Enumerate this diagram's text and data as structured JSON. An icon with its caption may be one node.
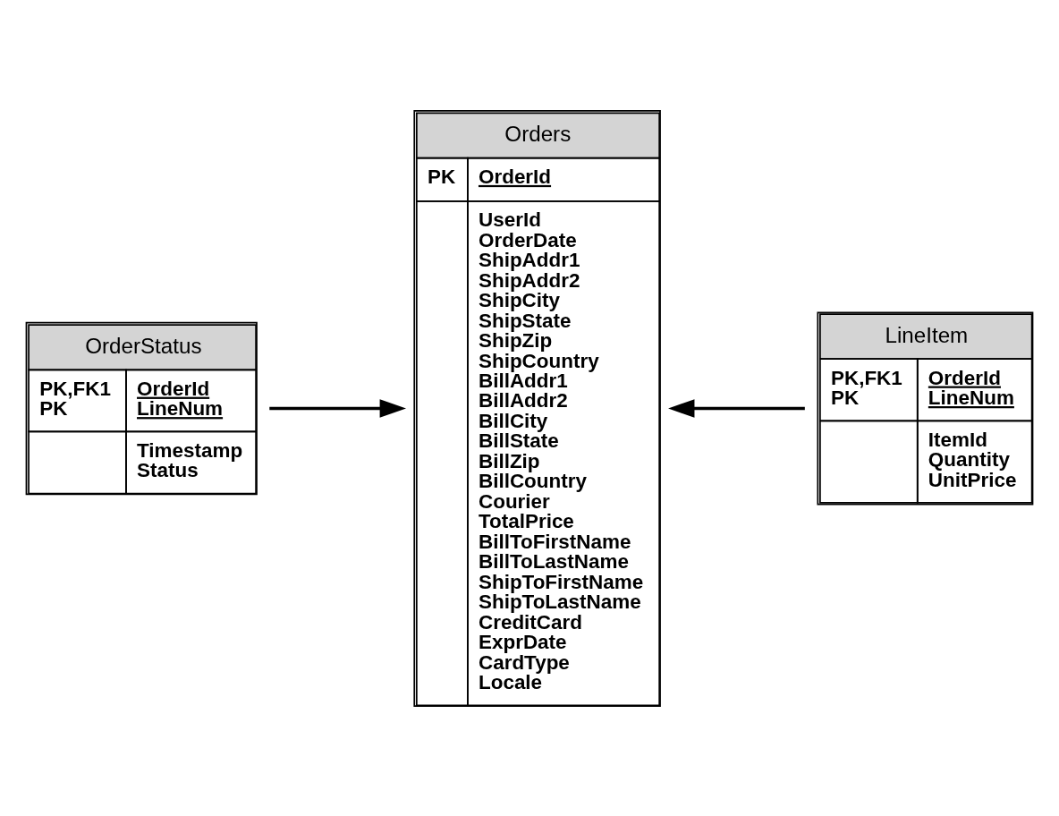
{
  "diagram": {
    "nodes": [
      {
        "text": [
          "Orders",
          "PK",
          "OrderId",
          "UserId OrderDate ShipAddr1 ShipAddr2 ShipCity ShipState ShipZip ShipCountry BillAddr1 BillAddr2 BillCity BillState BillZip BillCountry Courier TotalPrice BillToFirstName BillToLastName ShipToFirstName ShipToLastName CreditCard ExprDate CardType Locale"
        ]
      },
      {
        "text": [
          "OrderStatus",
          "PK,FK1 PK",
          "OrderId LineNum",
          "Timestamp Status"
        ]
      },
      {
        "text": [
          "LineItem",
          "PK,FK1 PK",
          "OrderId LineNum",
          "ItemId Quantity UnitPrice"
        ]
      }
    ],
    "edges": [
      {
        "from": 1,
        "to": 0,
        "arrow": "to"
      },
      {
        "from": 2,
        "to": 0,
        "arrow": "to"
      }
    ]
  }
}
